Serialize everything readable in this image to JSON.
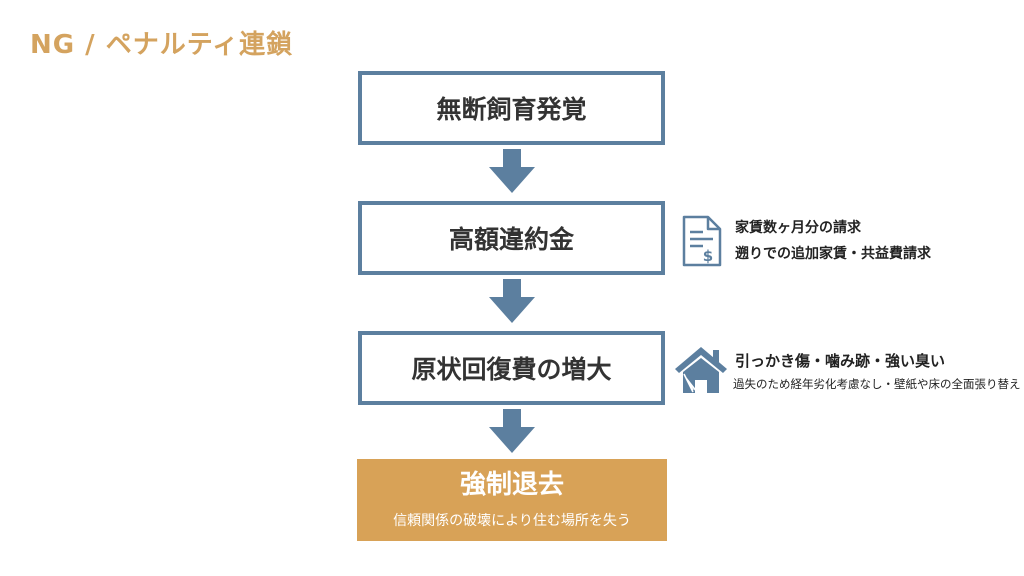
{
  "title": "NG / ペナルティ連鎖",
  "steps": [
    {
      "label": "無断飼育発覚"
    },
    {
      "label": "高額違約金"
    },
    {
      "label": "原状回復費の増大"
    }
  ],
  "final_step": {
    "label": "強制退去",
    "sublabel": "信頼関係の破壊により住む場所を失う"
  },
  "notes": {
    "penalty": {
      "icon": "invoice-icon",
      "lines": [
        "家賃数ヶ月分の請求",
        "遡りでの追加家賃・共益費請求"
      ]
    },
    "restoration": {
      "icon": "house-icon",
      "lines": [
        "引っかき傷・噛み跡・強い臭い",
        "過失のため経年劣化考慮なし・壁紙や床の全面張り替え"
      ]
    }
  },
  "colors": {
    "title": "#d4a35f",
    "box_border": "#5c7f9f",
    "arrow": "#5c7f9f",
    "final_box": "#d8a257"
  }
}
